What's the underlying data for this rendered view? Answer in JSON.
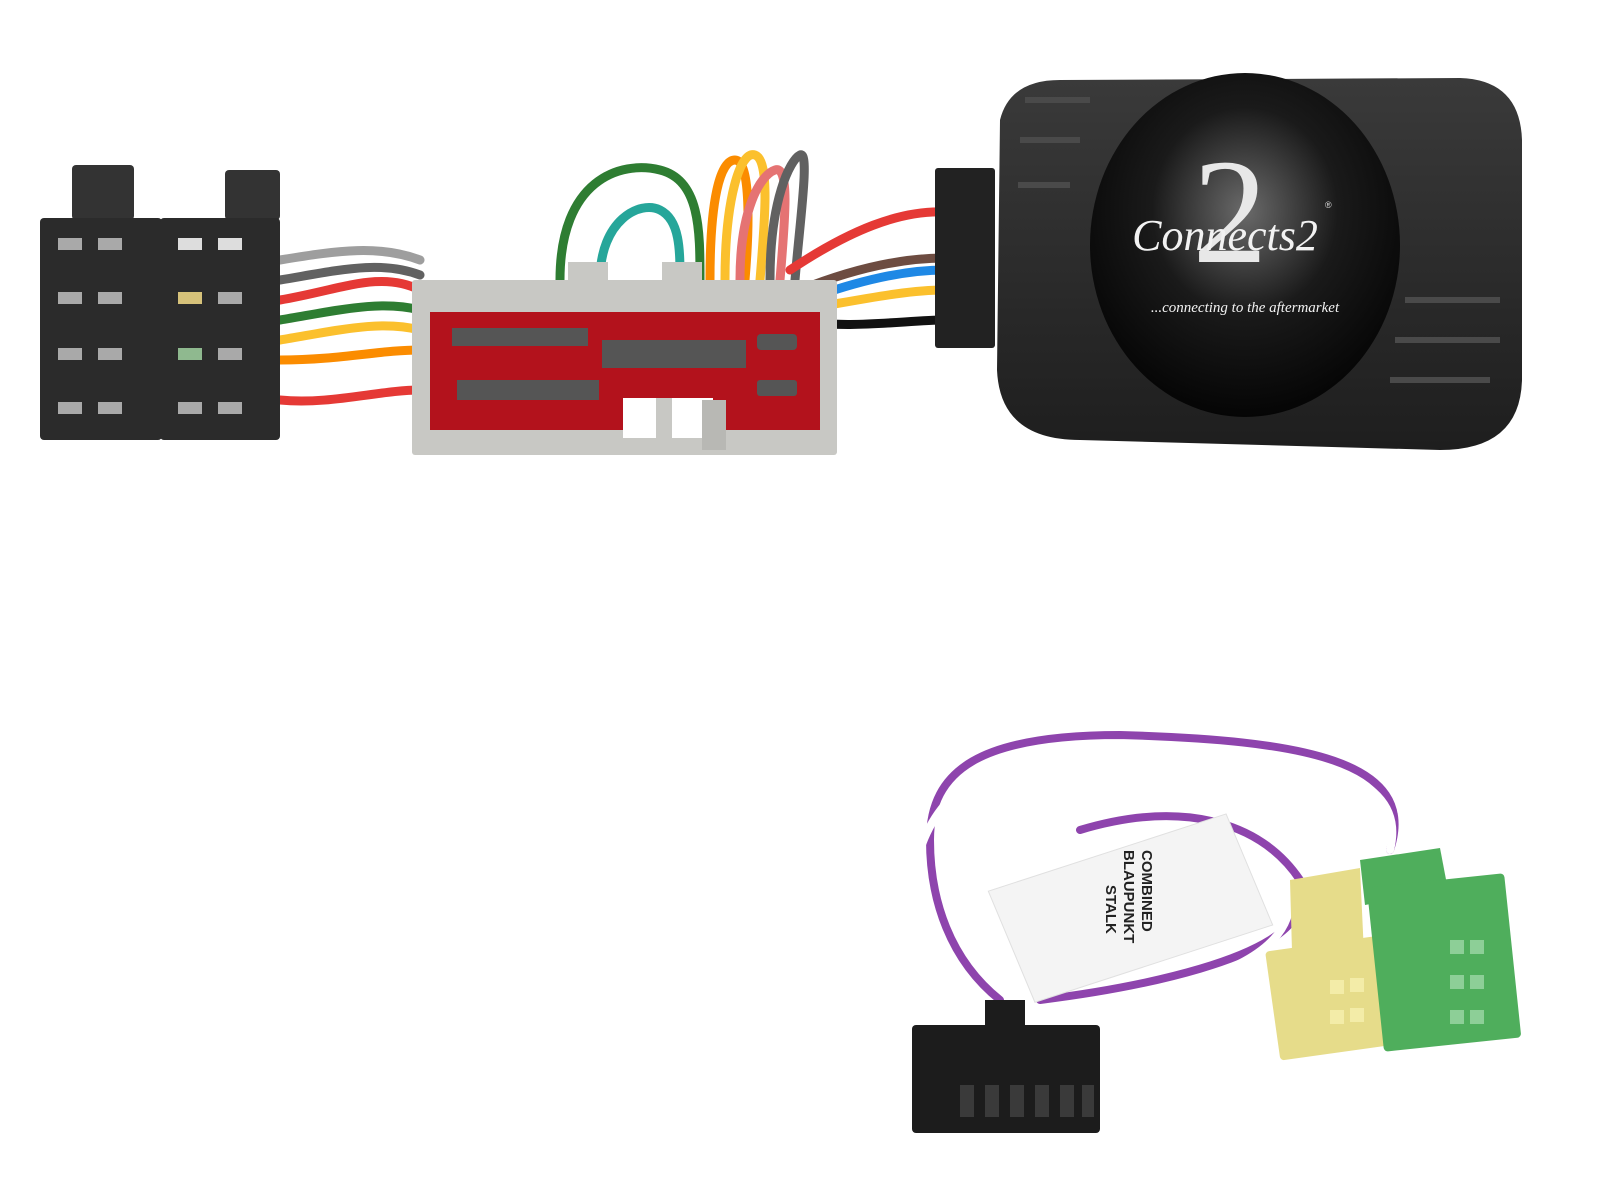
{
  "image": {
    "subject": "Steering wheel control interface harness kit",
    "interface_box": {
      "brand_logo": "Connects2",
      "tagline": "...connecting to the aftermarket",
      "color": "#2a2a2a"
    },
    "cable_label": {
      "line1": "COMBINED",
      "line2": "BLAUPUNKT",
      "line3": "STALK"
    },
    "components": [
      {
        "name": "ISO connector pair",
        "color": "#2b2b2b"
      },
      {
        "name": "Vehicle harness connector",
        "shell_color": "#c8c8c4",
        "face_color": "#b3121c"
      },
      {
        "name": "Interface module",
        "color": "#2a2a2a"
      },
      {
        "name": "Patch lead with mini-ISO",
        "colors": [
          "#e6dc8a",
          "#4fae5c",
          "#1c1c1c"
        ]
      }
    ],
    "wire_colors": [
      "#e53935",
      "#2e7d32",
      "#ffffff",
      "#fbc02d",
      "#fb8c00",
      "#616161",
      "#1e88e5",
      "#6d4c41",
      "#8e44ad",
      "#9e9e9e",
      "#000000"
    ]
  }
}
